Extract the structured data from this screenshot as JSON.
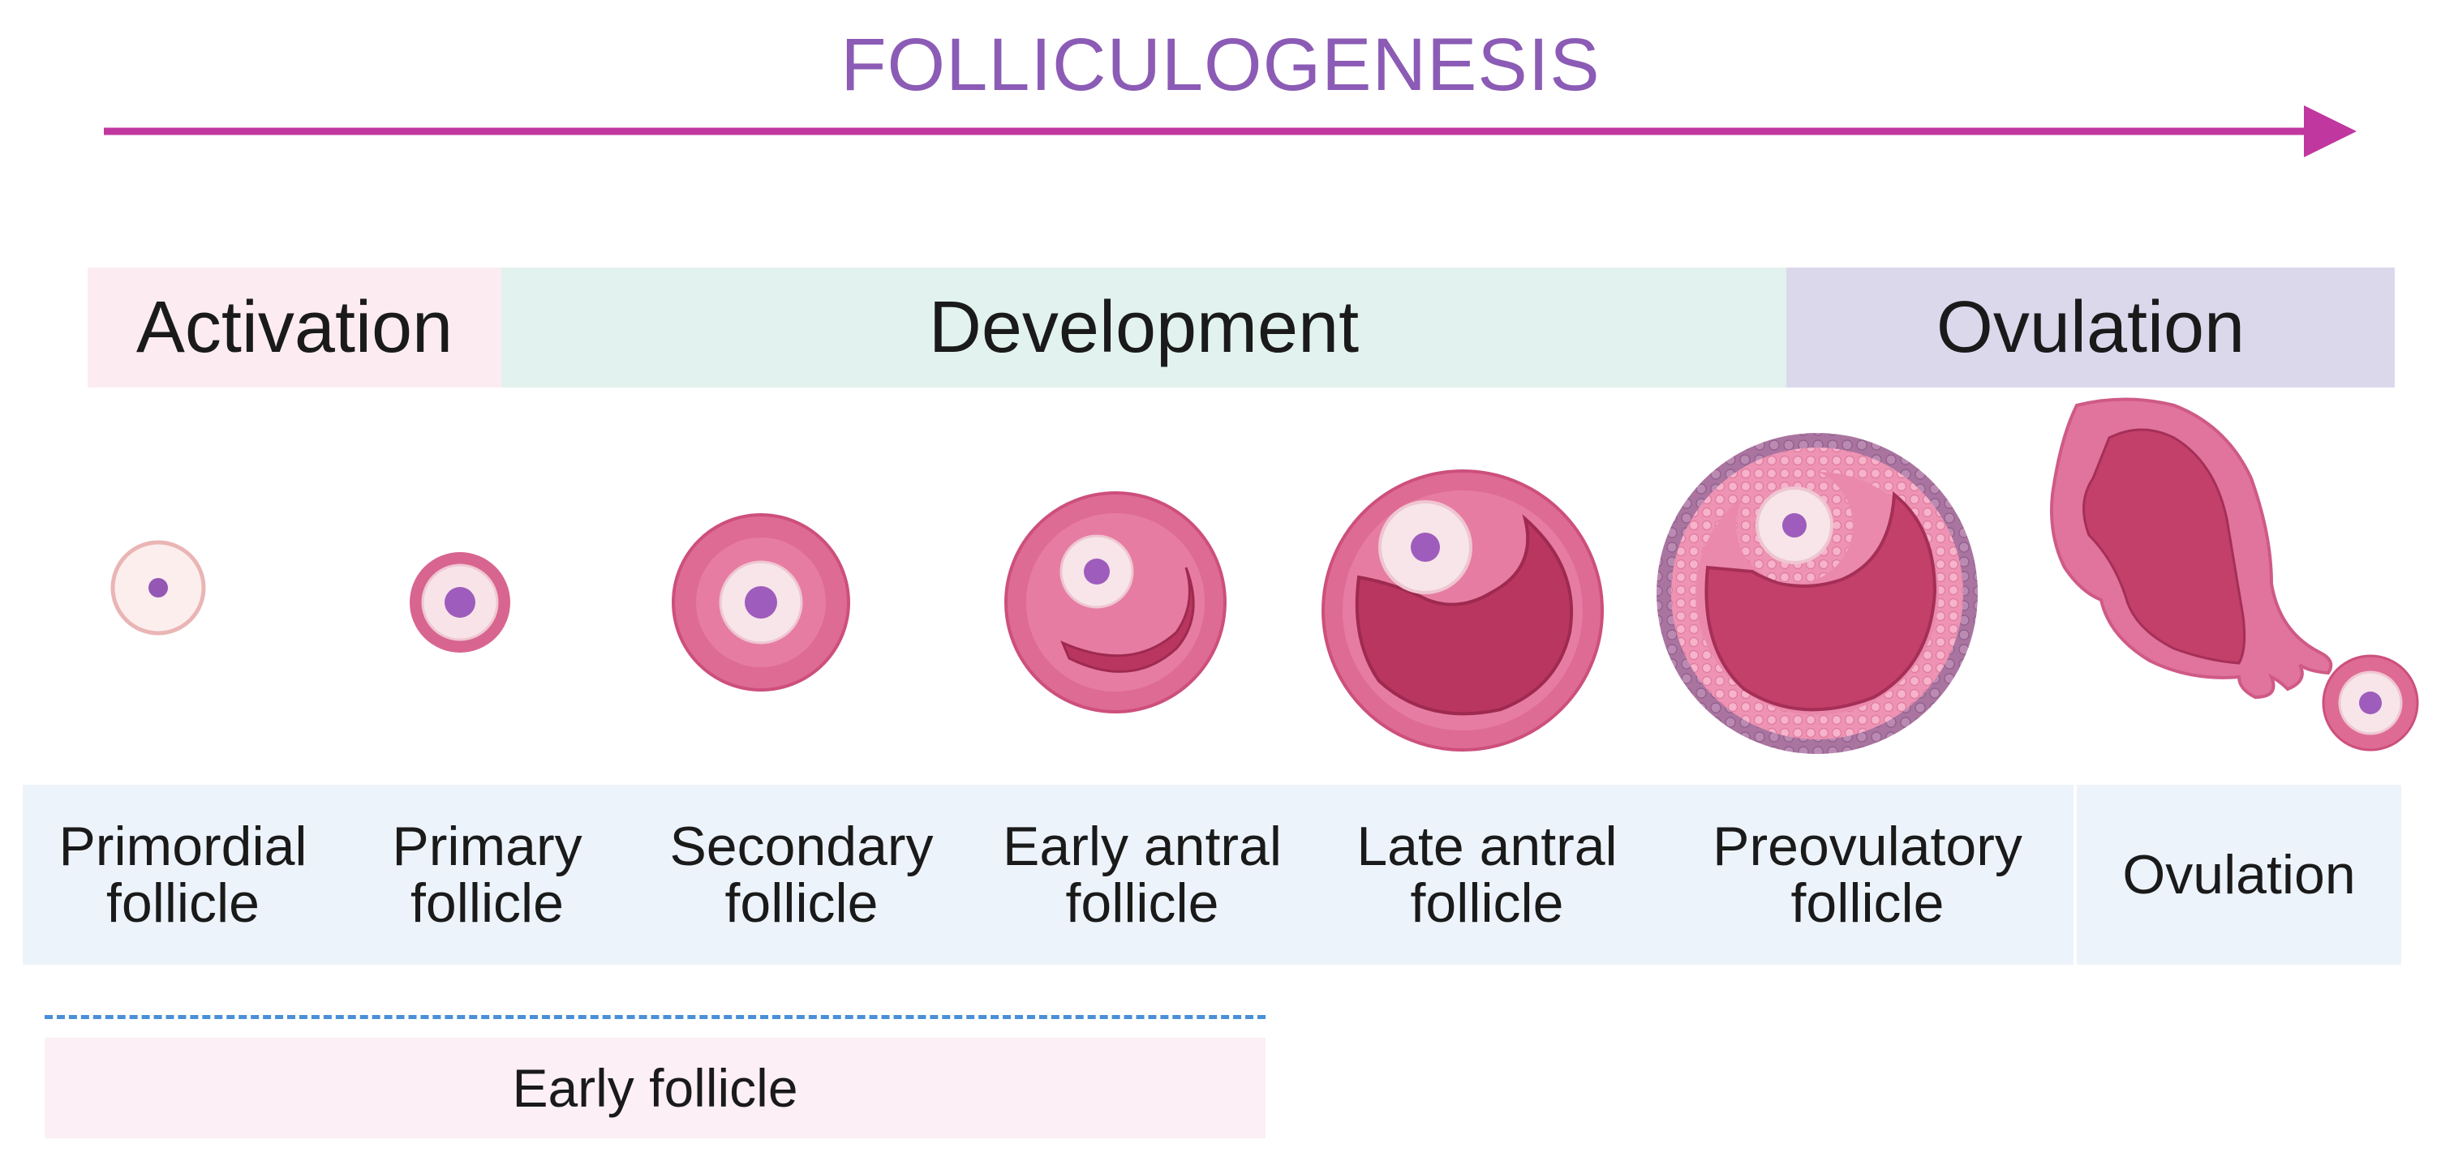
{
  "title": "FOLLICULOGENESIS",
  "colors": {
    "title": "#8b5bb5",
    "arrow": "#c0379f",
    "activation_bg": "#fcecf2",
    "development_bg": "#e2f2ee",
    "ovulation_bg": "#dcd8ec",
    "stage_label_bg": "#edf3fb",
    "early_follicle_bg": "#fceff5",
    "early_follicle_line": "#4a8fd8"
  },
  "phases": [
    {
      "label": "Activation"
    },
    {
      "label": "Development"
    },
    {
      "label": "Ovulation"
    }
  ],
  "stages": [
    {
      "line1": "Primordial",
      "line2": "follicle"
    },
    {
      "line1": "Primary",
      "line2": "follicle"
    },
    {
      "line1": "Secondary",
      "line2": "follicle"
    },
    {
      "line1": "Early antral",
      "line2": "follicle"
    },
    {
      "line1": "Late antral",
      "line2": "follicle"
    },
    {
      "line1": "Preovulatory",
      "line2": "follicle"
    },
    {
      "line1": "Ovulation",
      "line2": ""
    }
  ],
  "early_follicle": {
    "label": "Early follicle"
  }
}
